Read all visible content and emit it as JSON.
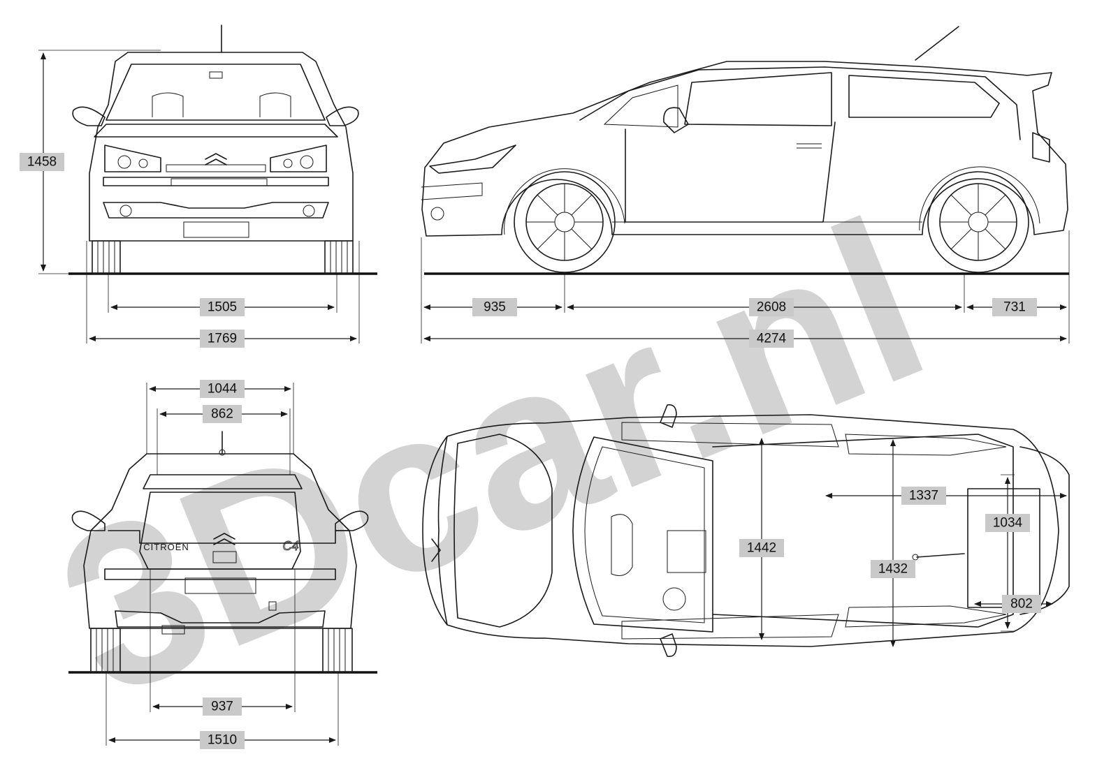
{
  "watermark": {
    "text": "3Dcar.nl",
    "color": "#d3d3d3"
  },
  "colors": {
    "line": "#1a1a1a",
    "label_background": "#c9c9c9"
  },
  "views": {
    "front": {
      "badge": "",
      "dimensions": {
        "height": "1458",
        "track": "1505",
        "width": "1769"
      }
    },
    "side": {
      "dimensions": {
        "front_overhang": "935",
        "wheelbase": "2608",
        "rear_overhang": "731",
        "length": "4274"
      }
    },
    "rear": {
      "brand_text": "CITROËN",
      "model_badge": "C4",
      "dimensions": {
        "roof_width": "1044",
        "rear_window_width": "862",
        "lower_width": "937",
        "track": "1510"
      }
    },
    "top": {
      "dimensions": {
        "rear_window_length": "1337",
        "front_interior_width": "1442",
        "rear_interior_width": "1432",
        "rear_window_width": "1034",
        "rear_window_inner": "802"
      }
    }
  }
}
